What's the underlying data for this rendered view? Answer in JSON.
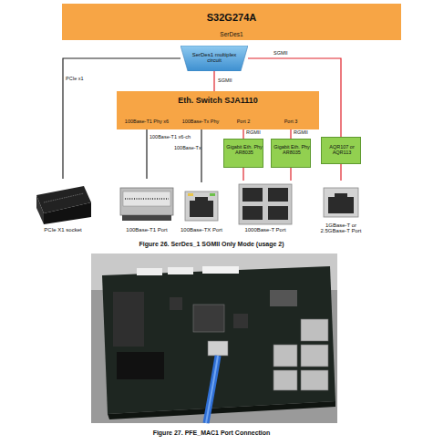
{
  "diagram": {
    "caption": "Figure 26. SerDes_1 SGMII Only Mode (usage 2)",
    "nodes": [
      {
        "text": [
          "S32G274A",
          "SerDes1"
        ]
      },
      {
        "text": [
          "SerDes1 multiplex circuit"
        ]
      },
      {
        "text": [
          "Eth. Switch SJA1110",
          "100Base-T1 Phy x6",
          "100Base-Tx Phy",
          "Port 2",
          "Port 3"
        ]
      },
      {
        "text": [
          "Gigabit Eth. Phy AR8035"
        ]
      },
      {
        "text": [
          "Gigabit Eth. Phy AR8035"
        ]
      },
      {
        "text": [
          "AQR107 or AQR113"
        ]
      },
      {
        "text": [
          "PCIe X1 socket"
        ]
      },
      {
        "text": [
          "100Base-T1 Port"
        ]
      },
      {
        "text": [
          "100Base-TX Port"
        ]
      },
      {
        "text": [
          "1000Base-T Port"
        ]
      },
      {
        "text": [
          "1GBase-T or 2.5GBase-T Port"
        ]
      }
    ],
    "edges": [
      {
        "from": 1,
        "to": 6,
        "label": "PCIe x1",
        "arrow": "none"
      },
      {
        "from": 1,
        "to": 2,
        "label": "SGMII",
        "arrow": "none"
      },
      {
        "from": 1,
        "to": 5,
        "label": "SGMII",
        "arrow": "none"
      },
      {
        "from": 2,
        "to": 7,
        "label": "100Base-T1 x6-ch",
        "arrow": "none"
      },
      {
        "from": 2,
        "to": 8,
        "label": "100Base-Tx",
        "arrow": "none"
      },
      {
        "from": 2,
        "to": 3,
        "label": "RGMII",
        "arrow": "none"
      },
      {
        "from": 2,
        "to": 4,
        "label": "RGMII",
        "arrow": "none"
      },
      {
        "from": 3,
        "to": 9,
        "arrow": "none"
      },
      {
        "from": 4,
        "to": 9,
        "arrow": "none"
      },
      {
        "from": 5,
        "to": 10,
        "arrow": "none"
      }
    ],
    "labels": [
      "Figure 27. PFE_MAC1 Port Connection"
    ]
  }
}
